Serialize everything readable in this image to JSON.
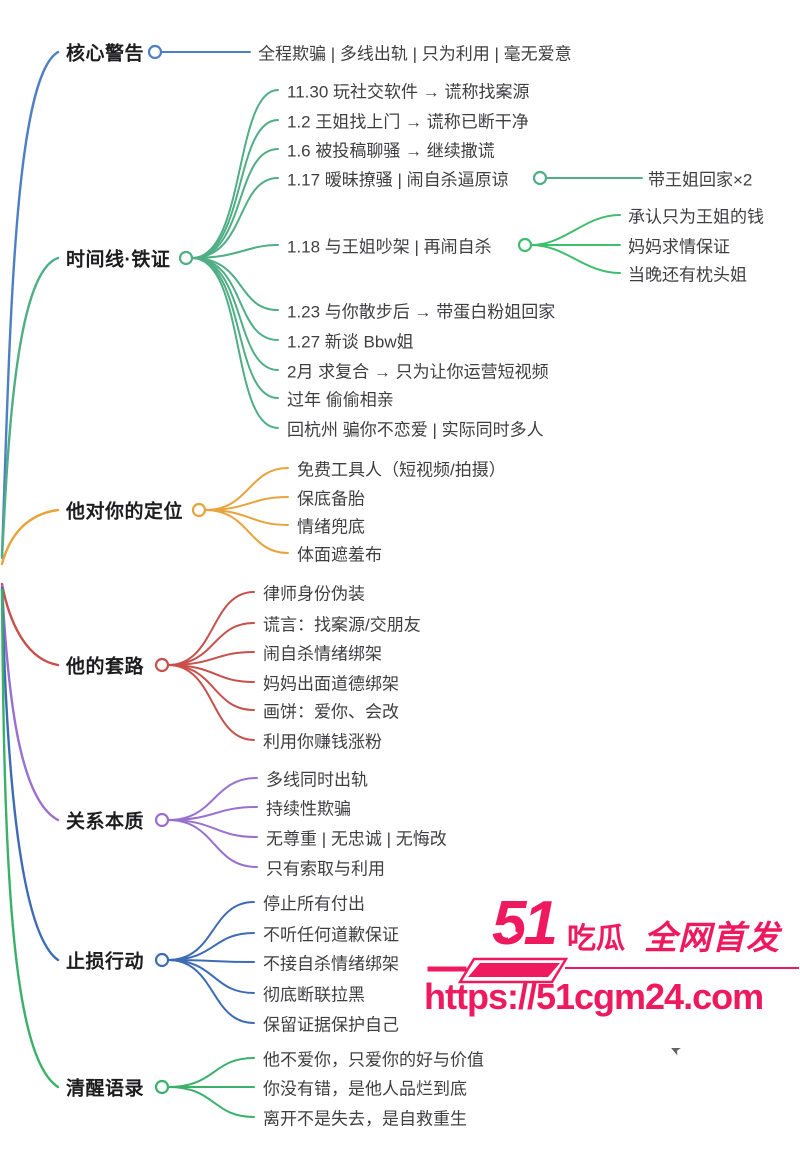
{
  "watermark": {
    "color": "#ee195f",
    "brand_number": "51",
    "brand_name": "吃瓜",
    "brand_tagline": "全网首发",
    "url": "https://51cgm24.com"
  },
  "decor": {
    "cursor_glyph": "➤"
  },
  "mindmap": {
    "branches": [
      {
        "label": "核心警告",
        "color": "#4d7fc4",
        "children": [
          {
            "label": "全程欺骗 | 多线出轨 | 只为利用 | 毫无爱意"
          }
        ]
      },
      {
        "label": "时间线·铁证",
        "color": "#4fae85",
        "sub_color": "#3fbd6d",
        "children": [
          {
            "label": "11.30 玩社交软件 → 谎称找案源"
          },
          {
            "label": "1.2 王姐找上门 → 谎称已断干净"
          },
          {
            "label": "1.6 被投稿聊骚 → 继续撒谎"
          },
          {
            "label": "1.17 暧昧撩骚 | 闹自杀逼原谅",
            "children": [
              {
                "label": "带王姐回家×2"
              }
            ]
          },
          {
            "label": "1.18 与王姐吵架 | 再闹自杀",
            "children": [
              {
                "label": "承认只为王姐的钱"
              },
              {
                "label": "妈妈求情保证"
              },
              {
                "label": "当晚还有枕头姐"
              }
            ]
          },
          {
            "label": "1.23 与你散步后 → 带蛋白粉姐回家"
          },
          {
            "label": "1.27 新谈 Bbw姐"
          },
          {
            "label": "2月 求复合 → 只为让你运营短视频"
          },
          {
            "label": "过年 偷偷相亲"
          },
          {
            "label": "回杭州 骗你不恋爱 | 实际同时多人"
          }
        ]
      },
      {
        "label": "他对你的定位",
        "color": "#e8a33c",
        "children": [
          {
            "label": "免费工具人（短视频/拍摄）"
          },
          {
            "label": "保底备胎"
          },
          {
            "label": "情绪兜底"
          },
          {
            "label": "体面遮羞布"
          }
        ]
      },
      {
        "label": "他的套路",
        "color": "#c7504b",
        "children": [
          {
            "label": "律师身份伪装"
          },
          {
            "label": "谎言：找案源/交朋友"
          },
          {
            "label": "闹自杀情绪绑架"
          },
          {
            "label": "妈妈出面道德绑架"
          },
          {
            "label": "画饼：爱你、会改"
          },
          {
            "label": "利用你赚钱涨粉"
          }
        ]
      },
      {
        "label": "关系本质",
        "color": "#9a70cf",
        "children": [
          {
            "label": "多线同时出轨"
          },
          {
            "label": "持续性欺骗"
          },
          {
            "label": "无尊重 | 无忠诚 | 无悔改"
          },
          {
            "label": "只有索取与利用"
          }
        ]
      },
      {
        "label": "止损行动",
        "color": "#3d6cb5",
        "children": [
          {
            "label": "停止所有付出"
          },
          {
            "label": "不听任何道歉保证"
          },
          {
            "label": "不接自杀情绪绑架"
          },
          {
            "label": "彻底断联拉黑"
          },
          {
            "label": "保留证据保护自己"
          }
        ]
      },
      {
        "label": "清醒语录",
        "color": "#3bb069",
        "children": [
          {
            "label": "他不爱你，只爱你的好与价值"
          },
          {
            "label": "你没有错，是他人品烂到底"
          },
          {
            "label": "离开不是失去，是自救重生"
          }
        ]
      }
    ]
  }
}
